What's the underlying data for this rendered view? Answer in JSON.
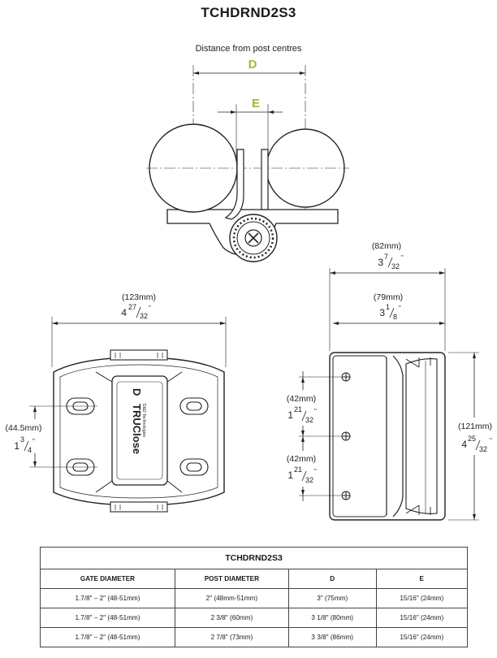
{
  "title": "TCHDRND2S3",
  "top_view": {
    "caption": "Distance from post centres",
    "label_d": "D",
    "label_e": "E",
    "accent_color": "#a8b62e"
  },
  "front_view": {
    "width_mm": "(123mm)",
    "width_in_whole": "4",
    "width_in_num": "27",
    "width_in_den": "32",
    "height_mm": "(44.5mm)",
    "height_in_whole": "1",
    "height_in_num": "3",
    "height_in_den": "4",
    "brand_text": "TRUClose",
    "brand_sub": "D&D Technologies"
  },
  "side_view": {
    "outer_width_mm": "(82mm)",
    "outer_width_whole": "3",
    "outer_width_num": "7",
    "outer_width_den": "32",
    "inner_width_mm": "(79mm)",
    "inner_width_whole": "3",
    "inner_width_num": "1",
    "inner_width_den": "8",
    "hole1_mm": "(42mm)",
    "hole1_whole": "1",
    "hole1_num": "21",
    "hole1_den": "32",
    "hole2_mm": "(42mm)",
    "hole2_whole": "1",
    "hole2_num": "21",
    "hole2_den": "32",
    "height_mm": "(121mm)",
    "height_whole": "4",
    "height_num": "25",
    "height_den": "32"
  },
  "table": {
    "title": "TCHDRND2S3",
    "headers": [
      "GATE DIAMETER",
      "POST DIAMETER",
      "D",
      "E"
    ],
    "rows": [
      [
        "1.7/8\" – 2\" (48-51mm)",
        "2\" (48mm-51mm)",
        "3\" (75mm)",
        "15/16\" (24mm)"
      ],
      [
        "1.7/8\" – 2\" (48-51mm)",
        "2 3/8\" (60mm)",
        "3 1/8\" (80mm)",
        "15/16\" (24mm)"
      ],
      [
        "1.7/8\" – 2\" (48-51mm)",
        "2 7/8\" (73mm)",
        "3 3/8\" (86mm)",
        "15/16\" (24mm)"
      ]
    ]
  }
}
